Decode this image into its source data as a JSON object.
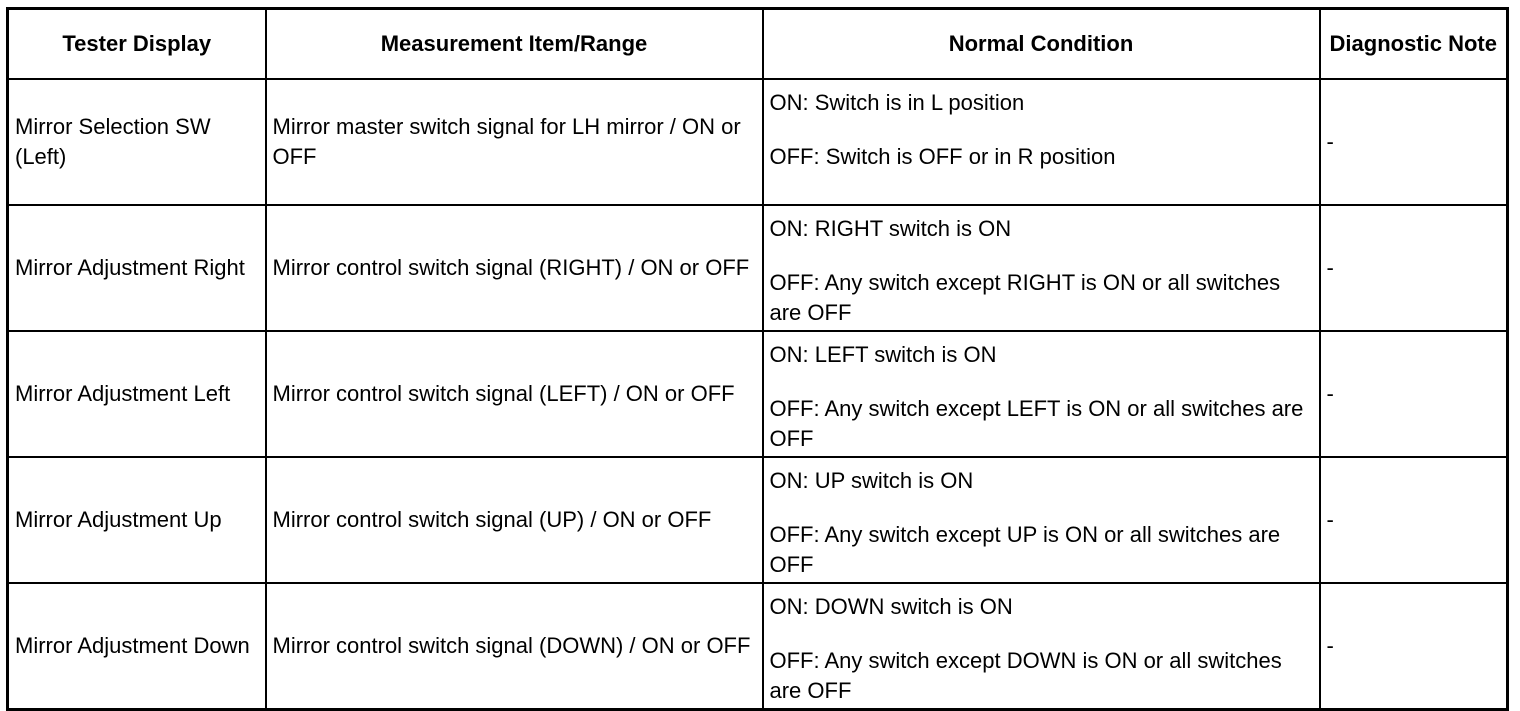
{
  "headers": {
    "tester_display": "Tester Display",
    "measurement": "Measurement Item/Range",
    "normal_condition": "Normal Condition",
    "diagnostic_note": "Diagnostic Note"
  },
  "rows": [
    {
      "display": "Mirror Selection SW (Left)",
      "measurement": "Mirror master switch signal for LH mirror / ON or OFF",
      "on": "ON: Switch is in L position",
      "off": "OFF: Switch is OFF or in R position",
      "note": "-"
    },
    {
      "display": "Mirror Adjustment Right",
      "measurement": "Mirror control switch signal (RIGHT) / ON or OFF",
      "on": "ON: RIGHT switch is ON",
      "off": "OFF: Any switch except RIGHT is ON or all switches are OFF",
      "note": "-"
    },
    {
      "display": "Mirror Adjustment Left",
      "measurement": "Mirror control switch signal (LEFT) / ON or OFF",
      "on": "ON: LEFT switch is ON",
      "off": "OFF: Any switch except LEFT is ON or all switches are OFF",
      "note": "-"
    },
    {
      "display": "Mirror Adjustment Up",
      "measurement": "Mirror control switch signal (UP) / ON or OFF",
      "on": "ON: UP switch is ON",
      "off": "OFF: Any switch except UP is ON or all switches are OFF",
      "note": "-"
    },
    {
      "display": "Mirror Adjustment Down",
      "measurement": "Mirror control switch signal (DOWN) / ON or OFF",
      "on": "ON: DOWN switch is ON",
      "off": "OFF: Any switch except DOWN is ON or all switches are OFF",
      "note": "-"
    }
  ]
}
